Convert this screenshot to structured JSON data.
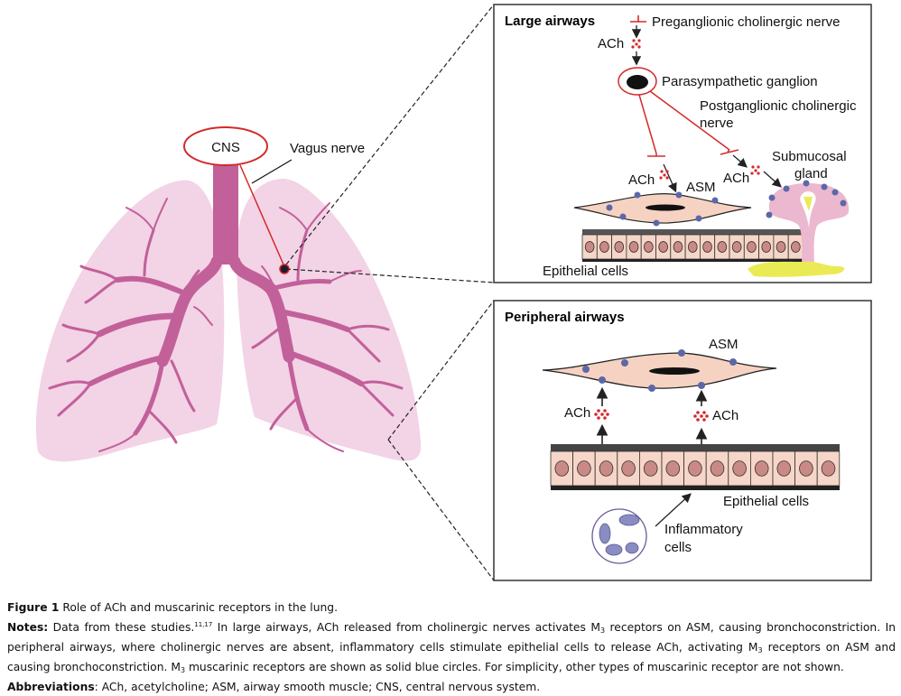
{
  "figure": {
    "lung_panel": {
      "cns_label": "CNS",
      "vagus_label": "Vagus nerve"
    },
    "large_airways": {
      "title": "Large airways",
      "preganglionic_label": "Preganglionic cholinergic nerve",
      "ach_label": "ACh",
      "ganglion_label": "Parasympathetic ganglion",
      "postganglionic_label_line1": "Postganglionic cholinergic",
      "postganglionic_label_line2": "nerve",
      "ach_asm_label": "ACh",
      "asm_label": "ASM",
      "ach_gland_label": "ACh",
      "gland_label_line1": "Submucosal",
      "gland_label_line2": "gland",
      "epithelial_label": "Epithelial cells"
    },
    "peripheral_airways": {
      "title": "Peripheral airways",
      "asm_label": "ASM",
      "ach_left_label": "ACh",
      "ach_right_label": "ACh",
      "epithelial_label": "Epithelial cells",
      "inflammatory_label_line1": "Inflammatory",
      "inflammatory_label_line2": "cells"
    },
    "colors": {
      "lung_fill": "#f3d3e6",
      "bronchi": "#c2609a",
      "nerve_red": "#d42a2a",
      "receptor_blue": "#5b68a8",
      "asm_fill": "#f6d2c2",
      "epithelial_fill": "#f6d6c8",
      "nucleus": "#c98a86",
      "gland_pink": "#ebb8cf",
      "mucus_yellow": "#eaea55"
    }
  },
  "caption": {
    "figure_label": "Figure 1",
    "figure_title": "Role of ACh and muscarinic receptors in the lung.",
    "notes_label": "Notes:",
    "notes_part1": " Data from these studies.",
    "notes_refs": "11,17",
    "notes_part2": " In large airways, ACh released from cholinergic nerves activates M",
    "notes_sub1": "3",
    "notes_part3": " receptors on ASM, causing bronchoconstriction. In peripheral airways, where cholinergic nerves are absent, inflammatory cells stimulate epithelial cells to release ACh, activating M",
    "notes_sub2": "3",
    "notes_part4": " receptors on ASM and causing bronchoconstriction. M",
    "notes_sub3": "3",
    "notes_part5": " muscarinic receptors are shown as solid blue circles. For simplicity, other types of muscarinic receptor are not shown.",
    "abbreviations_label": "Abbreviations",
    "abbreviations_text": ": ACh, acetylcholine; ASM, airway smooth muscle; CNS, central nervous system."
  }
}
